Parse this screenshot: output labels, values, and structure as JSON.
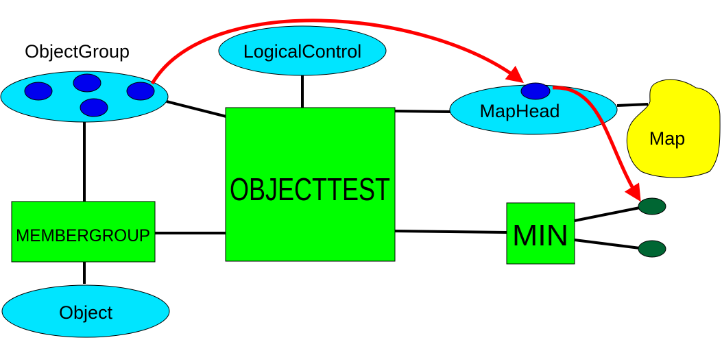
{
  "diagram": {
    "nodes": {
      "object_group": {
        "label": "ObjectGroup"
      },
      "logical_control": {
        "label": "LogicalControl"
      },
      "map_head": {
        "label": "MapHead"
      },
      "map": {
        "label": "Map"
      },
      "object_test": {
        "label": "OBJECTTEST"
      },
      "member_group": {
        "label": "MEMBERGROUP"
      },
      "min": {
        "label": "MIN"
      },
      "object": {
        "label": "Object"
      }
    },
    "colors": {
      "ellipse_fill": "#00e5ff",
      "box_fill": "#00ff00",
      "map_fill": "#ffff00",
      "dot_blue": "#0000ee",
      "dot_green": "#006633",
      "arrow_red": "#ff0000",
      "line": "#000000"
    }
  }
}
